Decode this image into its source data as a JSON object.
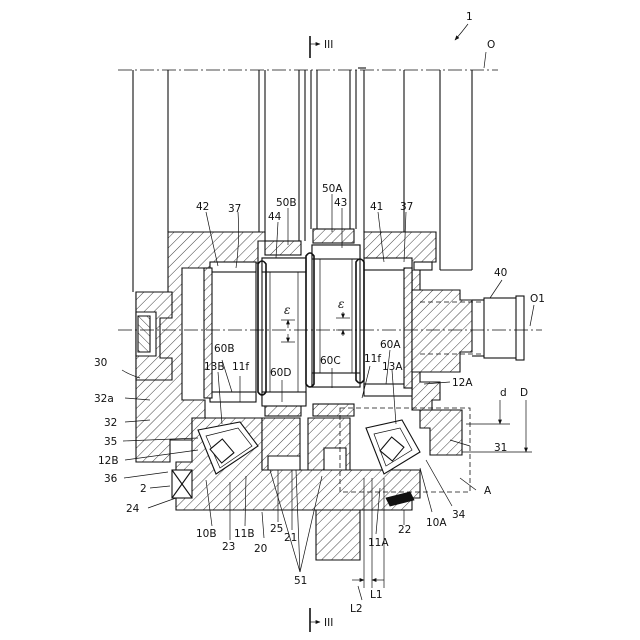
{
  "figure_number": "1",
  "labels": {
    "axis_o": "O",
    "axis_o1": "O1",
    "section_top": "III",
    "section_bottom": "III",
    "ref_30": "30",
    "ref_32a": "32a",
    "ref_32": "32",
    "ref_35": "35",
    "ref_12b": "12B",
    "ref_36": "36",
    "ref_2": "2",
    "ref_24": "24",
    "ref_10b": "10B",
    "ref_23": "23",
    "ref_11b": "11B",
    "ref_20": "20",
    "ref_25": "25",
    "ref_21": "21",
    "ref_51": "51",
    "ref_l2": "L2",
    "ref_l1": "L1",
    "ref_11a": "11A",
    "ref_22": "22",
    "ref_10a": "10A",
    "ref_34": "34",
    "ref_a": "A",
    "ref_31": "31",
    "ref_d_small": "d",
    "ref_d_big": "D",
    "ref_12a": "12A",
    "ref_40": "40",
    "ref_42": "42",
    "ref_37_left": "37",
    "ref_50b": "50B",
    "ref_44": "44",
    "ref_50a": "50A",
    "ref_43": "43",
    "ref_41": "41",
    "ref_37_right": "37",
    "ref_60b": "60B",
    "ref_13b": "13B",
    "ref_11f_left": "11f",
    "ref_60d": "60D",
    "ref_60c": "60C",
    "ref_11f_right": "11f",
    "ref_60a": "60A",
    "ref_13a": "13A",
    "epsilon_left": "ε",
    "epsilon_right": "ε"
  }
}
